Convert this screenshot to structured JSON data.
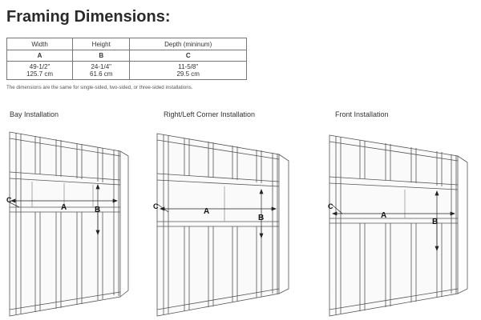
{
  "page": {
    "title": "Framing Dimensions:"
  },
  "table": {
    "headers": [
      "Width",
      "Height",
      "Depth (mininum)"
    ],
    "letters": [
      "A",
      "B",
      "C"
    ],
    "imperial": [
      "49-1/2\"",
      "24-1/4\"",
      "11-5/8\""
    ],
    "metric": [
      "125.7 cm",
      "61.6 cm",
      "29.5 cm"
    ]
  },
  "note": "The dimensions are the same for single-sided, two-sided, or three-sided installations.",
  "installations": [
    {
      "label": "Bay Installation"
    },
    {
      "label": "Right/Left Corner Installation"
    },
    {
      "label": "Front Installation"
    }
  ],
  "dimension_labels": {
    "a": "A",
    "b": "B",
    "c": "C"
  }
}
